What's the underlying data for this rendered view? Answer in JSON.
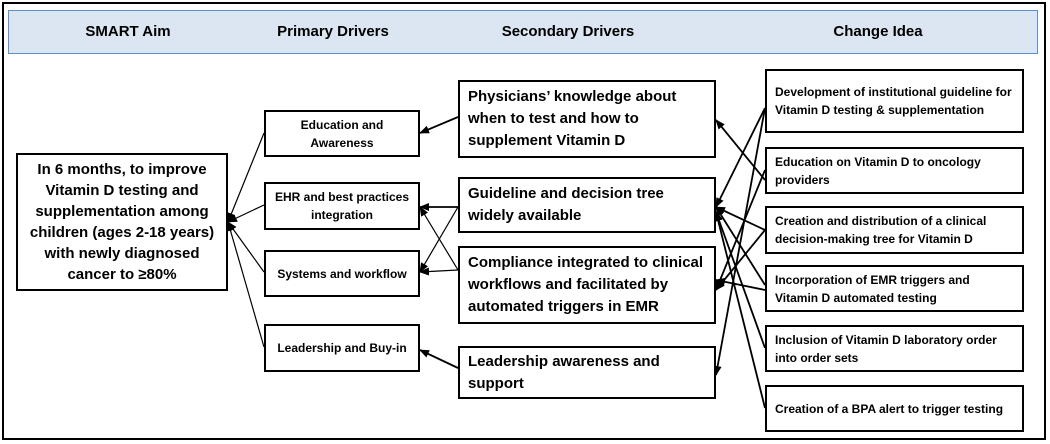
{
  "headers": {
    "smart_aim": "SMART Aim",
    "primary": "Primary Drivers",
    "secondary": "Secondary Drivers",
    "change": "Change Idea"
  },
  "aim": "In 6 months, to improve Vitamin D testing and supplementation among children (ages 2-18 years) with newly diagnosed cancer to ≥80%",
  "primary_drivers": [
    "Education and Awareness",
    "EHR and best practices integration",
    "Systems and workflow",
    "Leadership and Buy-in"
  ],
  "secondary_drivers": [
    "Physicians’ knowledge about when to test and how to supplement Vitamin D",
    "Guideline and decision tree widely available",
    "Compliance integrated to clinical workflows and facilitated by automated triggers in EMR",
    "Leadership awareness and support"
  ],
  "change_ideas": [
    "Development of institutional guideline for Vitamin D testing & supplementation",
    "Education on Vitamin D to oncology providers",
    "Creation and distribution of a clinical decision-making tree for Vitamin D",
    "Incorporation of EMR triggers and Vitamin D automated testing",
    "Inclusion of  Vitamin D laboratory order into order sets",
    "Creation of a BPA alert to trigger testing"
  ]
}
